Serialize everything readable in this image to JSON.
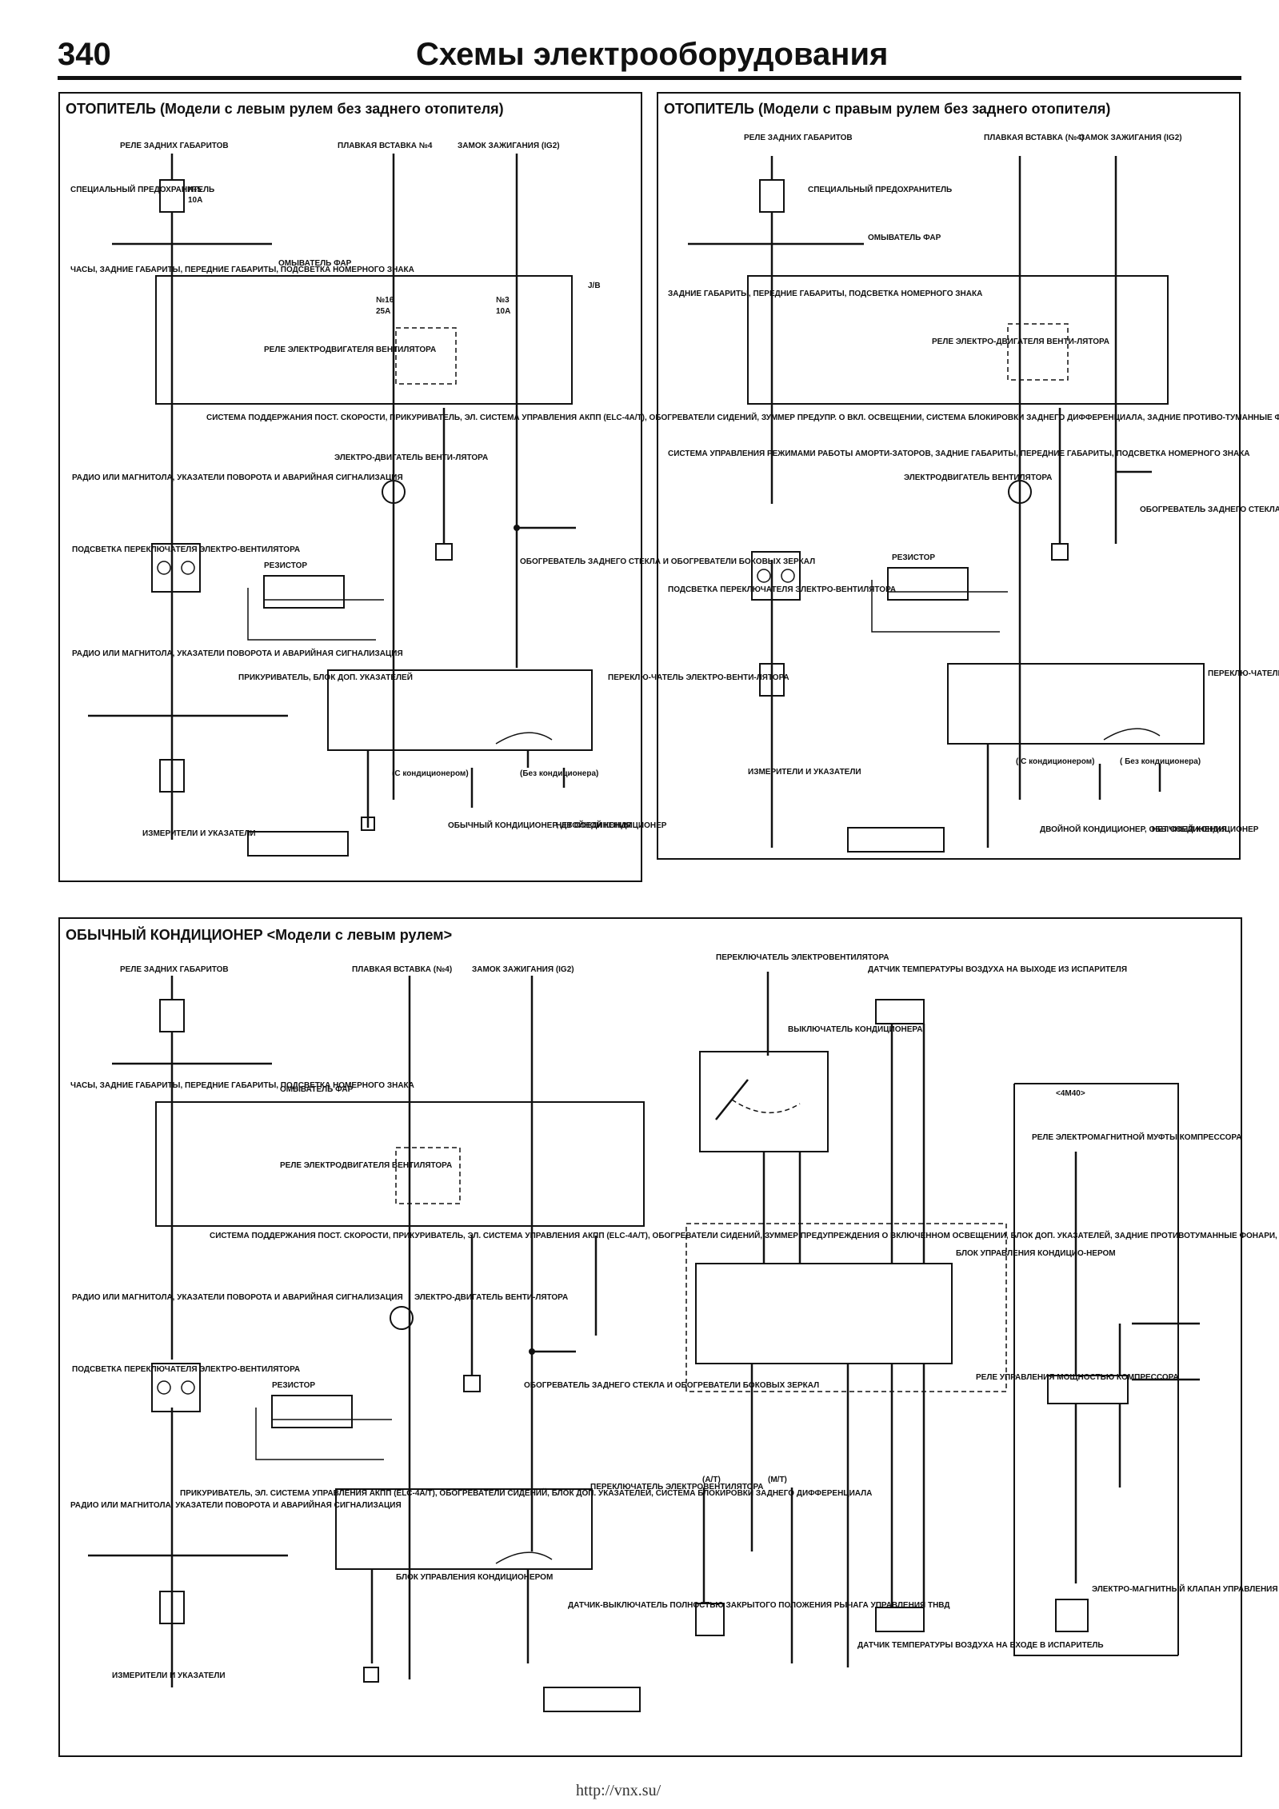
{
  "header": {
    "page_number": "340",
    "title": "Схемы электрооборудования"
  },
  "footer": {
    "url": "http://vnx.su/"
  },
  "panels": {
    "heater_lhd": {
      "title": "ОТОПИТЕЛЬ (Модели с левым рулем без заднего отопителя)",
      "labels": {
        "top_left": "РЕЛЕ ЗАДНИХ ГАБАРИТОВ",
        "top_mid": "ПЛАВКАЯ ВСТАВКА №4",
        "top_right": "ЗАМОК ЗАЖИГАНИЯ (IG2)",
        "fuse5": "№5",
        "fuse5_rating": "10A",
        "special_fuse": "СПЕЦИАЛЬНЫЙ ПРЕДОХРАНИТЕЛЬ",
        "clock": "ЧАСЫ, ЗАДНИЕ ГАБАРИТЫ, ПЕРЕДНИЕ ГАБАРИТЫ, ПОДСВЕТКА НОМЕРНОГО ЗНАКА",
        "washer": "ОМЫВАТЕЛЬ ФАР",
        "fuse16": "№16",
        "fuse16_rating": "25A",
        "fuse3": "№3",
        "fuse3_rating": "10A",
        "jb": "J/B",
        "relay": "РЕЛЕ ЭЛЕКТРОДВИГАТЕЛЯ ВЕНТИЛЯТОРА",
        "systems": "СИСТЕМА ПОДДЕРЖАНИЯ ПОСТ. СКОРОСТИ, ПРИКУРИВАТЕЛЬ, ЭЛ. СИСТЕМА УПРАВЛЕНИЯ АКПП (ELC-4A/T), ОБОГРЕВАТЕЛИ СИДЕНИЙ, ЗУММЕР ПРЕДУПР. О ВКЛ. ОСВЕЩЕНИИ, СИСТЕМА БЛОКИРОВКИ ЗАДНЕГО ДИФФЕРЕНЦИАЛА, ЗАДНИЕ ПРОТИВО-ТУМАННЫЕ ФОНАРИ",
        "radio": "РАДИО ИЛИ МАГНИТОЛА, УКАЗАТЕЛИ ПОВОРОТА И АВАРИЙНАЯ СИГНАЛИЗАЦИЯ",
        "motor": "ЭЛЕКТРО-ДВИГАТЕЛЬ ВЕНТИ-ЛЯТОРА",
        "backlight": "ПОДСВЕТКА ПЕРЕКЛЮЧАТЕЛЯ ЭЛЕКТРО-ВЕНТИЛЯТОРА",
        "resistor": "РЕЗИСТОР",
        "rear_defog": "ОБОГРЕВАТЕЛЬ ЗАДНЕГО СТЕКЛА И ОБОГРЕВАТЕЛИ БОКОВЫХ ЗЕРКАЛ",
        "radio2": "РАДИО ИЛИ МАГНИТОЛА, УКАЗАТЕЛИ ПОВОРОТА И АВАРИЙНАЯ СИГНАЛИЗАЦИЯ",
        "lighter": "ПРИКУРИВАТЕЛЬ, БЛОК ДОП. УКАЗАТЕЛЕЙ",
        "fan_switch": "ПЕРЕКЛЮ-ЧАТЕЛЬ ЭЛЕКТРО-ВЕНТИ-ЛЯТОРА",
        "with_ac": "(С кондиционером)",
        "without_ac": "(Без кондиционера)",
        "gauges": "ИЗМЕРИТЕЛИ И УКАЗАТЕЛИ",
        "conventional_ac": "ОБЫЧНЫЙ КОНДИЦИОНЕР, ДВОЙНОЙ КОНДИЦИОНЕР",
        "no_connection": "НЕТ СОЕДИНЕНИЯ"
      }
    },
    "heater_rhd": {
      "title": "ОТОПИТЕЛЬ (Модели с правым рулем без заднего отопителя)",
      "labels": {
        "top_left": "РЕЛЕ ЗАДНИХ ГАБАРИТОВ",
        "top_mid": "ПЛАВКАЯ ВСТАВКА (№4)",
        "top_right": "ЗАМОК ЗАЖИГАНИЯ (IG2)",
        "special_fuse": "СПЕЦИАЛЬНЫЙ ПРЕДОХРАНИТЕЛЬ",
        "washer": "ОМЫВАТЕЛЬ ФАР",
        "rear_lights": "ЗАДНИЕ ГАБАРИТЫ, ПЕРЕДНИЕ ГАБАРИТЫ, ПОДСВЕТКА НОМЕРНОГО ЗНАКА",
        "relay": "РЕЛЕ ЭЛЕКТРО-ДВИГАТЕЛЯ ВЕНТИ-ЛЯТОРА",
        "damper": "СИСТЕМА УПРАВЛЕНИЯ РЕЖИМАМИ РАБОТЫ АМОРТИ-ЗАТОРОВ, ЗАДНИЕ ГАБАРИТЫ, ПЕРЕДНИЕ ГАБАРИТЫ, ПОДСВЕТКА НОМЕРНОГО ЗНАКА",
        "motor": "ЭЛЕКТРОДВИГАТЕЛЬ ВЕНТИЛЯТОРА",
        "rear_defog": "ОБОГРЕВАТЕЛЬ ЗАДНЕГО СТЕКЛА И ОБОГРЕВАТЕЛИ БОКОВЫХ ЗЕРКАЛ",
        "backlight": "ПОДСВЕТКА ПЕРЕКЛЮЧАТЕЛЯ ЭЛЕКТРО-ВЕНТИЛЯТОРА",
        "resistor": "РЕЗИСТОР",
        "fan_switch": "ПЕРЕКЛЮ-ЧАТЕЛЬ ЭЛЕКТРО-ВЕНТИ-ЛЯТОРА",
        "gauges": "ИЗМЕРИТЕЛИ И УКАЗАТЕЛИ",
        "with_ac": "( С кондиционером)",
        "without_ac": "( Без кондиционера)",
        "dual_ac": "ДВОЙНОЙ КОНДИЦИОНЕР, ОБЫЧНЫЙ КОНДИЦИОНЕР",
        "no_connection": "НЕТ СОЕДИНЕНИЯ"
      }
    },
    "ac_lhd": {
      "title": "ОБЫЧНЫЙ КОНДИЦИОНЕР <Модели с левым рулем>",
      "labels": {
        "top_left": "РЕЛЕ ЗАДНИХ ГАБАРИТОВ",
        "top_mid": "ПЛАВКАЯ ВСТАВКА (№4)",
        "top_right": "ЗАМОК ЗАЖИГАНИЯ (IG2)",
        "clock": "ЧАСЫ, ЗАДНИЕ ГАБАРИТЫ, ПЕРЕДНИЕ ГАБАРИТЫ, ПОДСВЕТКА НОМЕРНОГО ЗНАКА",
        "washer": "ОМЫВАТЕЛЬ ФАР",
        "relay": "РЕЛЕ ЭЛЕКТРОДВИГАТЕЛЯ ВЕНТИЛЯТОРА",
        "systems": "СИСТЕМА ПОДДЕРЖАНИЯ ПОСТ. СКОРОСТИ, ПРИКУРИВАТЕЛЬ, ЭЛ. СИСТЕМА УПРАВЛЕНИЯ АКПП (ELC-4A/T), ОБОГРЕВАТЕЛИ СИДЕНИЙ, ЗУММЕР ПРЕДУПРЕЖДЕНИЯ О ВКЛЮЧЕННОМ ОСВЕЩЕНИИ, БЛОК ДОП. УКАЗАТЕЛЕЙ, ЗАДНИЕ ПРОТИВОТУМАННЫЕ ФОНАРИ, ПОДОГРЕВАТЕЛЬ ЩЕТОК ОЧИСТИТЕЛЯ ВЕТРОВОГО СТЕКЛА",
        "radio": "РАДИО ИЛИ МАГНИТОЛА, УКАЗАТЕЛИ ПОВОРОТА И АВАРИЙНАЯ СИГНАЛИЗАЦИЯ",
        "motor": "ЭЛЕКТРО-ДВИГАТЕЛЬ ВЕНТИ-ЛЯТОРА",
        "backlight": "ПОДСВЕТКА ПЕРЕКЛЮЧАТЕЛЯ ЭЛЕКТРО-ВЕНТИЛЯТОРА",
        "resistor": "РЕЗИСТОР",
        "rear_defog": "ОБОГРЕВАТЕЛЬ ЗАДНЕГО СТЕКЛА И ОБОГРЕВАТЕЛИ БОКОВЫХ ЗЕРКАЛ",
        "radio2": "РАДИО ИЛИ МАГНИТОЛА, УКАЗАТЕЛИ ПОВОРОТА И АВАРИЙНАЯ СИГНАЛИЗАЦИЯ",
        "lighter": "ПРИКУРИВАТЕЛЬ, ЭЛ. СИСТЕМА УПРАВЛЕНИЯ АКПП (ELC-4A/T), ОБОГРЕВАТЕЛИ СИДЕНИЙ, БЛОК ДОП. УКАЗАТЕЛЕЙ, СИСТЕМА БЛОКИРОВКИ ЗАДНЕГО ДИФФЕРЕНЦИАЛА",
        "fan_switch": "ПЕРЕКЛЮЧАТЕЛЬ ЭЛЕКТРОВЕНТИЛЯТОРА",
        "ac_unit": "БЛОК УПРАВЛЕНИЯ КОНДИЦИОНЕРОМ",
        "gauges": "ИЗМЕРИТЕЛИ И УКАЗАТЕЛИ",
        "fan_switch_top": "ПЕРЕКЛЮЧАТЕЛЬ ЭЛЕКТРОВЕНТИЛЯТОРА",
        "ac_switch": "ВЫКЛЮЧАТЕЛЬ КОНДИЦИОНЕРА",
        "evap_sensor": "ДАТЧИК ТЕМПЕРАТУРЫ ВОЗДУХА НА ВЫХОДЕ ИЗ ИСПАРИТЕЛЯ",
        "relay_4m40": "<4M40>",
        "clutch_relay": "РЕЛЕ ЭЛЕКТРОМАГНИТНОЙ МУФТЫ КОМПРЕССОРА",
        "ac_control_unit": "БЛОК УПРАВЛЕНИЯ КОНДИЦИО-НЕРОМ",
        "power_relay": "РЕЛЕ УПРАВЛЕНИЯ МОЩНОСТЬЮ КОМПРЕССОРА",
        "at_label": "(A/T)",
        "mt_label": "(M/T)",
        "throttle_switch": "ДАТЧИК-ВЫКЛЮЧАТЕЛЬ ПОЛНОСТЬЮ ЗАКРЫТОГО ПОЛОЖЕНИЯ РЫЧАГА УПРАВЛЕНИЯ ТНВД",
        "evap_inlet": "ДАТЧИК ТЕМПЕРАТУРЫ ВОЗДУХА НА ВХОДЕ В ИСПАРИТЕЛЬ",
        "solenoid": "ЭЛЕКТРО-МАГНИТНЫЙ КЛАПАН УПРАВЛЕНИЯ МОЩНОСТЬЮ КОМПРЕССОРА"
      }
    }
  }
}
